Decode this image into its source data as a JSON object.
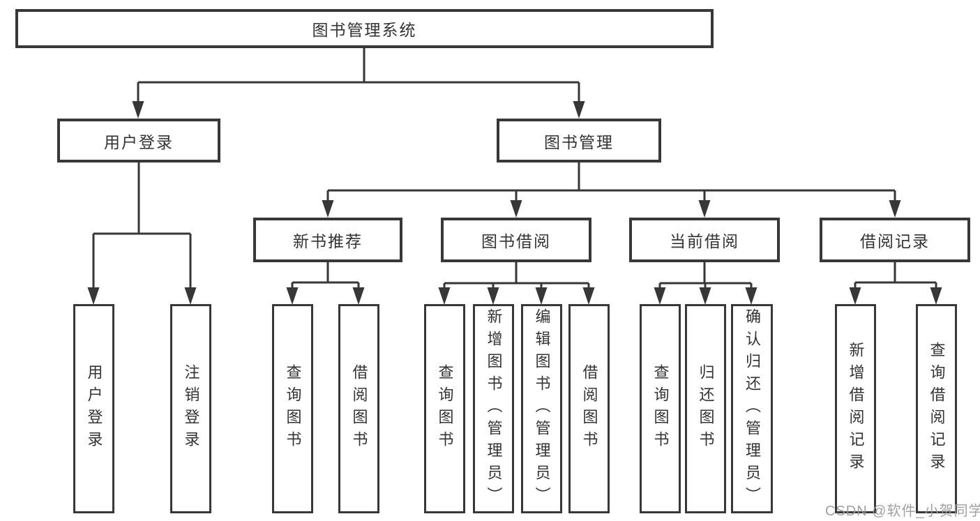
{
  "diagram": {
    "root": {
      "label": "图书管理系统"
    },
    "branches": [
      {
        "label": "用户登录",
        "children": [
          {
            "label": "用户登录"
          },
          {
            "label": "注销登录"
          }
        ]
      },
      {
        "label": "图书管理",
        "sections": [
          {
            "label": "新书推荐",
            "children": [
              {
                "label": "查询图书"
              },
              {
                "label": "借阅图书"
              }
            ]
          },
          {
            "label": "图书借阅",
            "children": [
              {
                "label": "查询图书"
              },
              {
                "label": "新增图书（管理员）"
              },
              {
                "label": "编辑图书（管理员）"
              },
              {
                "label": "借阅图书"
              }
            ]
          },
          {
            "label": "当前借阅",
            "children": [
              {
                "label": "查询图书"
              },
              {
                "label": "归还图书"
              },
              {
                "label": "确认归还（管理员）"
              }
            ]
          },
          {
            "label": "借阅记录",
            "children": [
              {
                "label": "新增借阅记录"
              },
              {
                "label": "查询借阅记录"
              }
            ]
          }
        ]
      }
    ],
    "watermark": "CSDN @软件_小贺同学",
    "colors": {
      "line": "#373737",
      "text": "#333333",
      "watermark": "#9a9aa0"
    }
  }
}
